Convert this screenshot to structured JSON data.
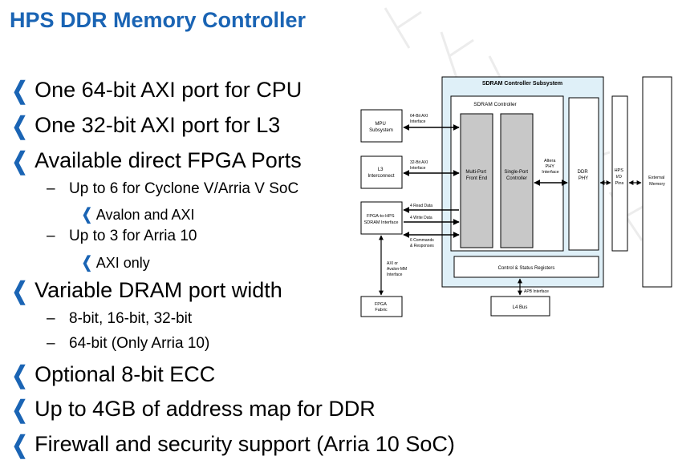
{
  "title": "HPS DDR Memory Controller",
  "bullets": [
    {
      "level": 1,
      "text": "One 64-bit AXI port for CPU"
    },
    {
      "level": 1,
      "text": "One 32-bit AXI port for L3"
    },
    {
      "level": 1,
      "text": "Available direct FPGA Ports"
    },
    {
      "level": 2,
      "text": "Up to 6 for Cyclone V/Arria V SoC"
    },
    {
      "level": 3,
      "text": "Avalon and AXI"
    },
    {
      "level": 2,
      "text": "Up to 3 for Arria 10"
    },
    {
      "level": 3,
      "text": "AXI only"
    },
    {
      "level": 1,
      "text": "Variable DRAM port width"
    },
    {
      "level": 2,
      "text": "8-bit, 16-bit, 32-bit"
    },
    {
      "level": 2,
      "text": "64-bit (Only Arria 10)"
    },
    {
      "level": 1,
      "text": "Optional 8-bit ECC"
    },
    {
      "level": 1,
      "text": "Up to 4GB of address map for DDR"
    },
    {
      "level": 1,
      "text": "Firewall and security support (Arria 10 SoC)"
    }
  ],
  "bullet_glyph": "chevron-left-icon",
  "colors": {
    "accent": "#1a64b4",
    "subsystem_fill": "#dff0f8",
    "block_fill": "#c8c8c8"
  },
  "diagram": {
    "subsystem_label": "SDRAM Controller Subsystem",
    "controller_label": "SDRAM Controller",
    "mpu": [
      "MPU",
      "Subsystem"
    ],
    "l3": [
      "L3",
      "Interconnect"
    ],
    "fpga_to_hps": [
      "FPGA-to-HPS",
      "SDRAM Interface"
    ],
    "multi_port": [
      "Multi-Port",
      "Front End"
    ],
    "single_port": [
      "Single-Port",
      "Controller"
    ],
    "altera_phy": [
      "Altera",
      "PHY",
      "Interface"
    ],
    "ddr_phy": [
      "DDR",
      "PHY"
    ],
    "hps_io": [
      "HPS",
      "I/O",
      "Pins"
    ],
    "external_memory": [
      "External",
      "Memory"
    ],
    "csr": "Control & Status Registers",
    "fpga_fabric": [
      "FPGA",
      "Fabric"
    ],
    "l4_bus": "L4 Bus",
    "label_64bit": [
      "64-Bit AXI",
      "Interface"
    ],
    "label_32bit": [
      "32-Bit AXI",
      "Interface"
    ],
    "label_read": "4 Read Data",
    "label_write": "4 Write Data",
    "label_cmd": [
      "6 Commands",
      "& Responses"
    ],
    "label_axi_avalon": [
      "AXI or",
      "Avalon-MM",
      "Interface"
    ],
    "label_apb": "APB Interface"
  }
}
